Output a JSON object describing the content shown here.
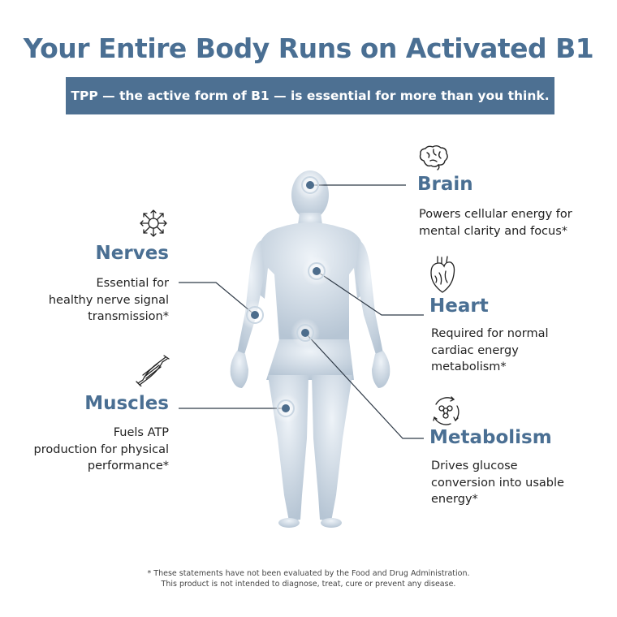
{
  "header": {
    "title": "Your Entire Body Runs on Activated B1",
    "subtitle": "TPP — the active form of B1 — is essential for more than you think."
  },
  "callouts": {
    "brain": {
      "label": "Brain",
      "lines": [
        "Powers cellular energy for",
        "mental clarity and focus*"
      ],
      "icon": "brain-icon"
    },
    "nerves": {
      "label": "Nerves",
      "lines": [
        "Essential for",
        "healthy nerve signal",
        "transmission*"
      ],
      "icon": "nerve-cell-icon"
    },
    "heart": {
      "label": "Heart",
      "lines": [
        "Required for normal",
        "cardiac energy",
        "metabolism*"
      ],
      "icon": "heart-icon"
    },
    "muscles": {
      "label": "Muscles",
      "lines": [
        "Fuels ATP",
        "production for physical",
        "performance*"
      ],
      "icon": "muscle-icon"
    },
    "metabolism": {
      "label": "Metabolism",
      "lines": [
        "Drives glucose",
        "conversion into usable",
        "energy*"
      ],
      "icon": "metabolism-cycle-icon"
    }
  },
  "footer": {
    "line1": "* These statements have not been evaluated by the Food and Drug Administration.",
    "line2": "This product is not intended to diagnose, treat, cure or prevent any disease."
  },
  "colors": {
    "accent": "#4a6f93",
    "banner": "#4d7092",
    "body_light": "#e8eef4",
    "body_dark": "#b3c2d1",
    "marker": "#4d6d8c"
  }
}
